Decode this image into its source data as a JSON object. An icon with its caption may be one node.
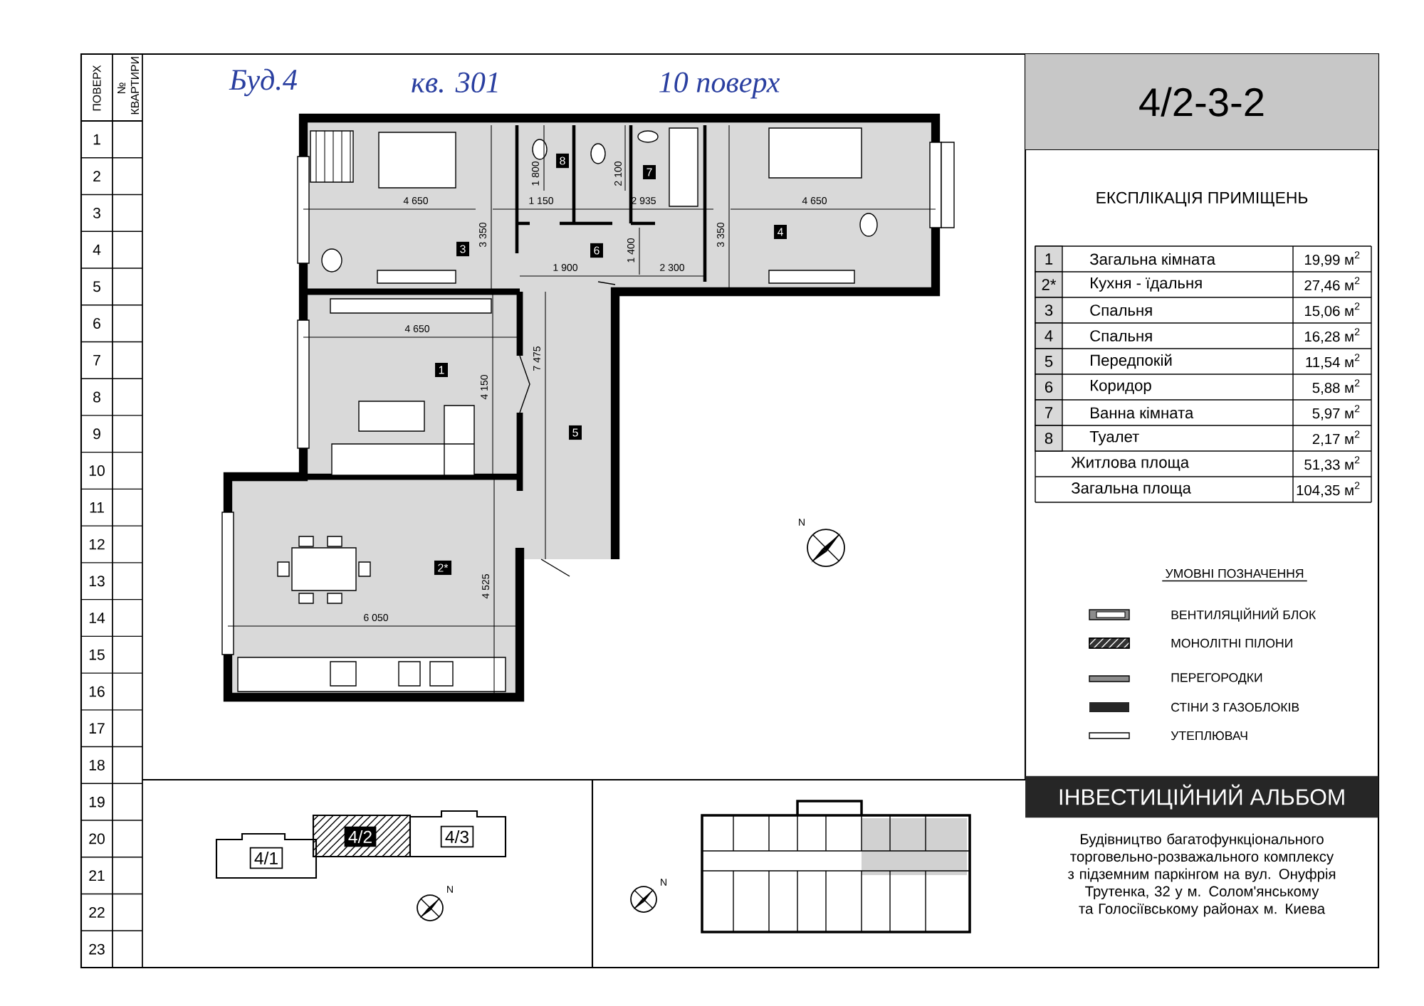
{
  "diagram": {
    "title": "4/2-3-2",
    "nodes": [
      {
        "text": [
          "4/1"
        ]
      },
      {
        "text": [
          "4/2"
        ]
      },
      {
        "text": [
          "4/3"
        ]
      }
    ],
    "labels": [
      "Буд.4",
      "кв. 301",
      "10 поверх",
      "ПОВЕРХ",
      "№ КВАРТИРИ",
      "1",
      "2",
      "3",
      "4",
      "5",
      "6",
      "7",
      "8",
      "9",
      "10",
      "11",
      "12",
      "13",
      "14",
      "15",
      "16",
      "17",
      "18",
      "19",
      "20",
      "21",
      "22",
      "23",
      "1 800",
      "8",
      "2 100",
      "7",
      "4 650",
      "1 150",
      "2 935",
      "4 650",
      "3 350",
      "3 350",
      "4",
      "3",
      "1 400",
      "6",
      "1 900",
      "2 300",
      "4 650",
      "7 475",
      "1",
      "4 150",
      "5",
      "N",
      "2*",
      "4 525",
      "6 050",
      "ЕКСПЛІКАЦІЯ ПРИМІЩЕНЬ",
      "1",
      "Загальна кімната",
      "19,99 м$^{2}$",
      "2*",
      "Кухня - їдальня",
      "27,46 м$^{2}$",
      "3",
      "Спальня",
      "15,06 м$^{2}$",
      "4",
      "Спальня",
      "16,28 м$^{2}$",
      "5",
      "Передпокій",
      "11,54 м$^{2}$",
      "6",
      "Коридор",
      "5,88 м$^{2}$",
      "7",
      "Ванна кімната",
      "5,97 м$^{2}$",
      "8",
      "Туалет",
      "2,17 м$^{2}$",
      "Житлова площа",
      "51,33 м$^{2}$",
      "Загальна площа",
      "104,35 м$^{2}$",
      "УМОВНІ ПОЗНАЧЕННЯ",
      "ІНВЕСТИЦІЙНИЙ АЛЬБОМ",
      "Будівництво багатофункціонального торговельно-розважального комплексу з підземним паркінгом на вул. Онуфрія Трутенка, 32 у м. Солом'янському та Голосіївському районах м. Киева",
      "N",
      "N"
    ],
    "legend": [
      {
        "text": "ВЕНТИЛЯЦІЙНИЙ БЛОК"
      },
      {
        "text": "МОНОЛІТНІ ПІЛОНИ"
      },
      {
        "text": "ПЕРЕГОРОДКИ"
      },
      {
        "text": "СТІНИ З ГАЗОБЛОКІВ"
      },
      {
        "text": "УТЕПЛЮВАЧ"
      }
    ]
  }
}
